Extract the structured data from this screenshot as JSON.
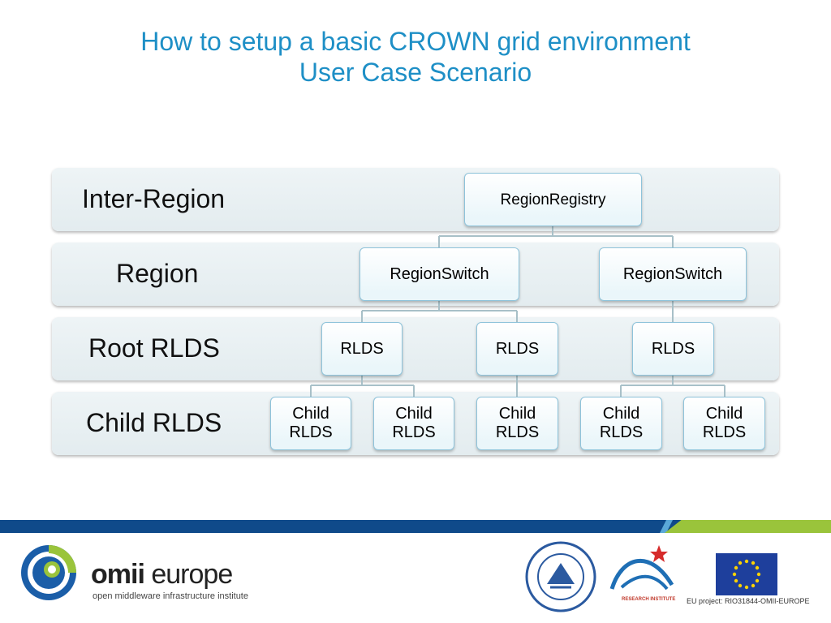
{
  "slide": {
    "title_line1": "How to setup a basic CROWN grid environment",
    "title_line2": "User Case Scenario"
  },
  "diagram": {
    "levels": [
      {
        "label": "Inter-Region"
      },
      {
        "label": "Region"
      },
      {
        "label": "Root RLDS"
      },
      {
        "label": "Child RLDS"
      }
    ],
    "nodes": {
      "registry": "RegionRegistry",
      "switch": "RegionSwitch",
      "rlds": "RLDS",
      "child_line1": "Child",
      "child_line2": "RLDS"
    }
  },
  "footer": {
    "logo_brand_bold": "omii",
    "logo_brand": "europe",
    "logo_tagline": "open middleware infrastructure institute",
    "partner_text": "RESEARCH INSTITUTE",
    "eu_project": "EU project: RIO31844-OMII-EUROPE"
  },
  "colors": {
    "title": "#1e8fc6",
    "stripe_blue": "#0f4a8a",
    "stripe_green": "#9ac43b",
    "connector": "#a8c0c8"
  }
}
